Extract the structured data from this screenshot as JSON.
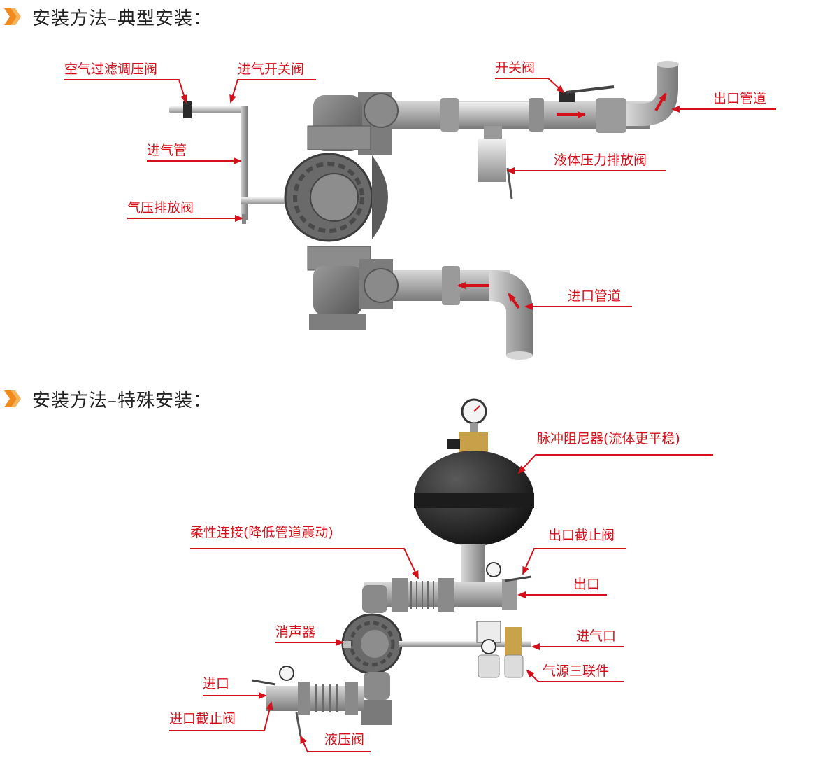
{
  "sections": {
    "typical": {
      "title": "安装方法–典型安装："
    },
    "special": {
      "title": "安装方法–特殊安装："
    }
  },
  "labels": {
    "air_filter_valve": "空气过滤调压阀",
    "air_inlet_switch": "进气开关阀",
    "air_pipe": "进气管",
    "air_release_valve": "气压排放阀",
    "switch_valve": "开关阀",
    "outlet_pipe": "出口管道",
    "liquid_pressure_valve": "液体压力排放阀",
    "inlet_pipe": "进口管道",
    "pulse_damper": "脉冲阻尼器(流体更平稳)",
    "flexible_connection": "柔性连接(降低管道震动)",
    "outlet_stop_valve": "出口截止阀",
    "outlet": "出口",
    "muffler": "消声器",
    "air_inlet": "进气口",
    "air_source_triple": "气源三联件",
    "inlet": "进口",
    "inlet_stop_valve": "进口截止阀",
    "liquid_pressure_valve_2": "液压阀"
  },
  "colors": {
    "label_red": "#d4101b",
    "header_orange": "#f08a1c",
    "pipe_gray": "#a8a8a8",
    "pump_dark": "#6e6e6e"
  },
  "icons": [
    "double-chevron-icon",
    "flow-arrow-icon"
  ]
}
